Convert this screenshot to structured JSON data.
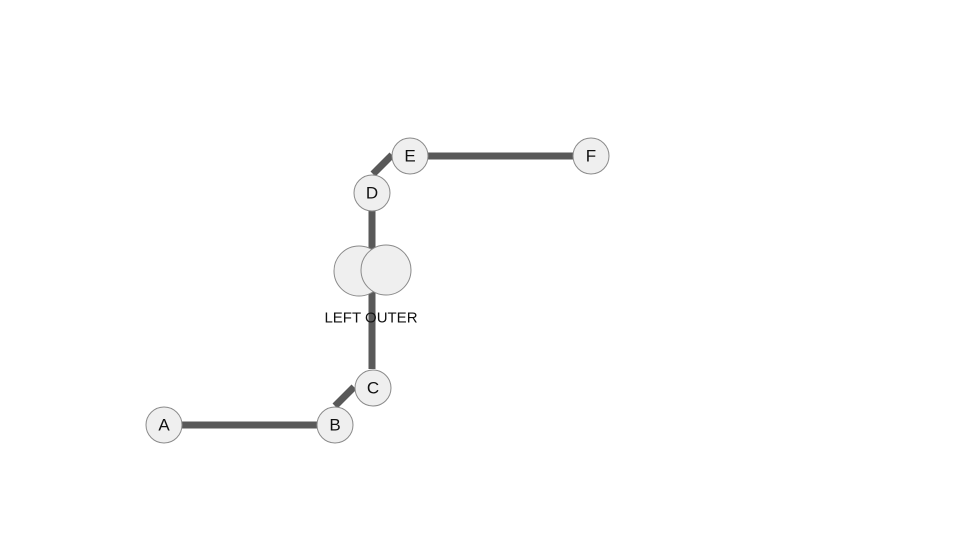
{
  "diagram": {
    "nodes": [
      {
        "id": "A",
        "label": "A"
      },
      {
        "id": "B",
        "label": "B"
      },
      {
        "id": "C",
        "label": "C"
      },
      {
        "id": "D",
        "label": "D"
      },
      {
        "id": "E",
        "label": "E"
      },
      {
        "id": "F",
        "label": "F"
      }
    ],
    "join": {
      "label": "LEFT OUTER"
    },
    "edges": [
      {
        "from": "A",
        "to": "B"
      },
      {
        "from": "B",
        "to": "C"
      },
      {
        "from": "C",
        "to": "join"
      },
      {
        "from": "join",
        "to": "D"
      },
      {
        "from": "D",
        "to": "E"
      },
      {
        "from": "E",
        "to": "F"
      }
    ]
  },
  "colors": {
    "edge": "#595959",
    "node_fill": "#efefef",
    "node_stroke": "#8a8a8a",
    "text": "#111111"
  }
}
